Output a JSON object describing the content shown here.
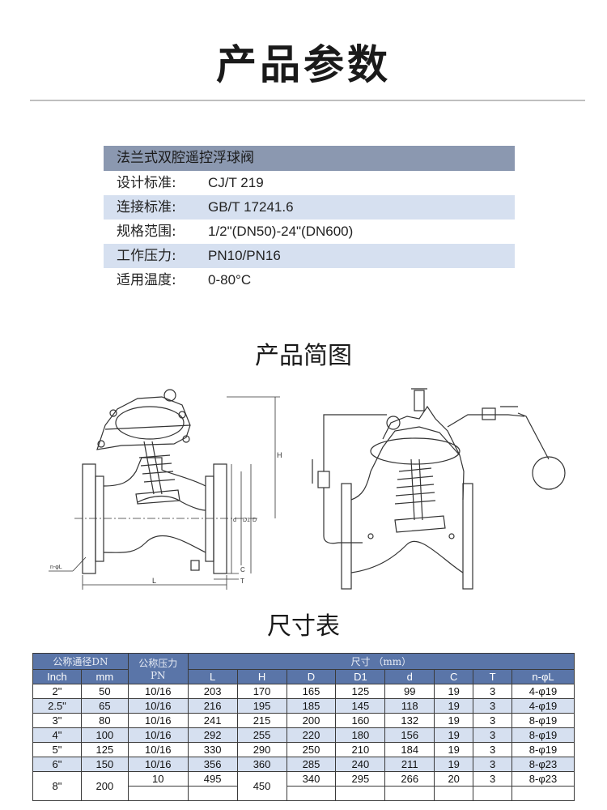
{
  "page": {
    "title": "产品参数"
  },
  "spec": {
    "heading": "法兰式双腔遥控浮球阀",
    "rows": [
      {
        "label": "设计标准:",
        "value": "CJ/T 219"
      },
      {
        "label": "连接标准:",
        "value": "GB/T 17241.6"
      },
      {
        "label": "规格范围:",
        "value": "1/2\"(DN50)-24\"(DN600)"
      },
      {
        "label": "工作压力:",
        "value": "PN10/PN16"
      },
      {
        "label": "适用温度:",
        "value": "0-80°C"
      }
    ]
  },
  "diagram": {
    "title": "产品简图",
    "labels": {
      "H": "H",
      "L": "L",
      "C": "C",
      "T": "T",
      "d": "d",
      "D1": "D1",
      "D": "D",
      "n_phiL": "n-φL"
    }
  },
  "dimensions": {
    "title": "尺寸表",
    "header": {
      "dn": "公称通径DN",
      "pn": "公称压力",
      "pn_sub": "PN",
      "size": "尺寸 （mm）",
      "inch": "Inch",
      "mm": "mm",
      "cols": [
        "L",
        "H",
        "D",
        "D1",
        "d",
        "C",
        "T",
        "n-φL"
      ]
    },
    "rows": [
      {
        "inch": "2\"",
        "mm": "50",
        "pn": "10/16",
        "L": "203",
        "H": "170",
        "D": "165",
        "D1": "125",
        "d": "99",
        "C": "19",
        "T": "3",
        "n": "4-φ19"
      },
      {
        "inch": "2.5\"",
        "mm": "65",
        "pn": "10/16",
        "L": "216",
        "H": "195",
        "D": "185",
        "D1": "145",
        "d": "118",
        "C": "19",
        "T": "3",
        "n": "4-φ19"
      },
      {
        "inch": "3\"",
        "mm": "80",
        "pn": "10/16",
        "L": "241",
        "H": "215",
        "D": "200",
        "D1": "160",
        "d": "132",
        "C": "19",
        "T": "3",
        "n": "8-φ19"
      },
      {
        "inch": "4\"",
        "mm": "100",
        "pn": "10/16",
        "L": "292",
        "H": "255",
        "D": "220",
        "D1": "180",
        "d": "156",
        "C": "19",
        "T": "3",
        "n": "8-φ19"
      },
      {
        "inch": "5\"",
        "mm": "125",
        "pn": "10/16",
        "L": "330",
        "H": "290",
        "D": "250",
        "D1": "210",
        "d": "184",
        "C": "19",
        "T": "3",
        "n": "8-φ19"
      },
      {
        "inch": "6\"",
        "mm": "150",
        "pn": "10/16",
        "L": "356",
        "H": "360",
        "D": "285",
        "D1": "240",
        "d": "211",
        "C": "19",
        "T": "3",
        "n": "8-φ23"
      }
    ],
    "last": {
      "inch": "8\"",
      "mm": "200",
      "pn": "10",
      "L": "495",
      "H": "450",
      "D": "340",
      "D1": "295",
      "d": "266",
      "C": "20",
      "T": "3",
      "n": "8-φ23"
    }
  }
}
